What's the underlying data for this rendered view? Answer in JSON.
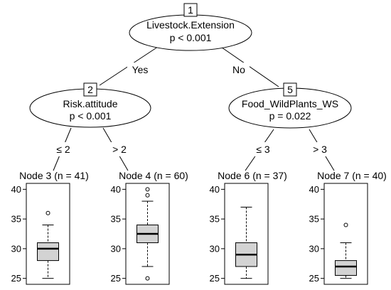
{
  "inner_nodes": [
    {
      "id": "1",
      "variable": "Livestock.Extension",
      "pvalue": "p < 0.001"
    },
    {
      "id": "2",
      "variable": "Risk.attitude",
      "pvalue": "p < 0.001"
    },
    {
      "id": "5",
      "variable": "Food_WildPlants_WS",
      "pvalue": "p = 0.022"
    }
  ],
  "edges": [
    {
      "label": "Yes"
    },
    {
      "label": "No"
    },
    {
      "label": "≤ 2"
    },
    {
      "label": "> 2"
    },
    {
      "label": "≤ 3"
    },
    {
      "label": "> 3"
    }
  ],
  "terminal_nodes": [
    {
      "title": "Node 3 (n = 41)",
      "stats": {
        "min": 25,
        "q1": 28,
        "median": 30,
        "q3": 31,
        "max": 34
      },
      "outliers": [
        36
      ]
    },
    {
      "title": "Node 4 (n = 60)",
      "stats": {
        "min": 27,
        "q1": 31,
        "median": 32.5,
        "q3": 34,
        "max": 38
      },
      "outliers": [
        25,
        39,
        40
      ]
    },
    {
      "title": "Node 6 (n = 37)",
      "stats": {
        "min": 25,
        "q1": 27,
        "median": 29,
        "q3": 31,
        "max": 37
      },
      "outliers": []
    },
    {
      "title": "Node 7 (n = 40)",
      "stats": {
        "min": 25,
        "q1": 25.5,
        "median": 27,
        "q3": 28,
        "max": 31
      },
      "outliers": [
        34
      ]
    }
  ],
  "y_axis": {
    "ticks": [
      "25",
      "30",
      "35",
      "40"
    ],
    "range": [
      24,
      41
    ]
  },
  "colors": {
    "box_fill": "#d3d3d3",
    "stroke": "#000000"
  }
}
